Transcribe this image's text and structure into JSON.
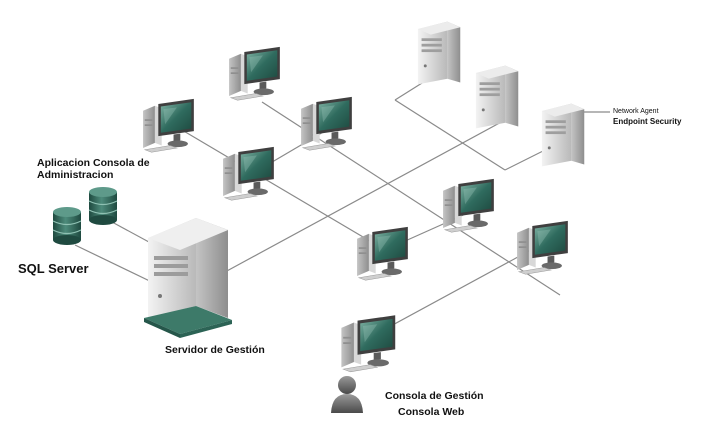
{
  "labels": {
    "admin_console_app": "Aplicacion Consola de\nAdministracion",
    "sql_server": "SQL Server",
    "management_server": "Servidor de Gestión",
    "network_agent": "Network Agent",
    "endpoint_security": "Endpoint Security",
    "management_console": "Consola de Gestión",
    "web_console": "Consola Web"
  },
  "colors": {
    "line": "#8a8a8a",
    "screen": "#2f6b5e",
    "screen_hi": "#6fa596",
    "case": "#d9d9d9",
    "case_dark": "#a9a9a9",
    "database": "#2c5e51",
    "server_base": "#3d7a69"
  },
  "icons": {
    "workstation": "desktop-computer-icon",
    "server": "server-tower-icon",
    "database": "database-cylinder-icon",
    "user": "user-silhouette-icon"
  }
}
